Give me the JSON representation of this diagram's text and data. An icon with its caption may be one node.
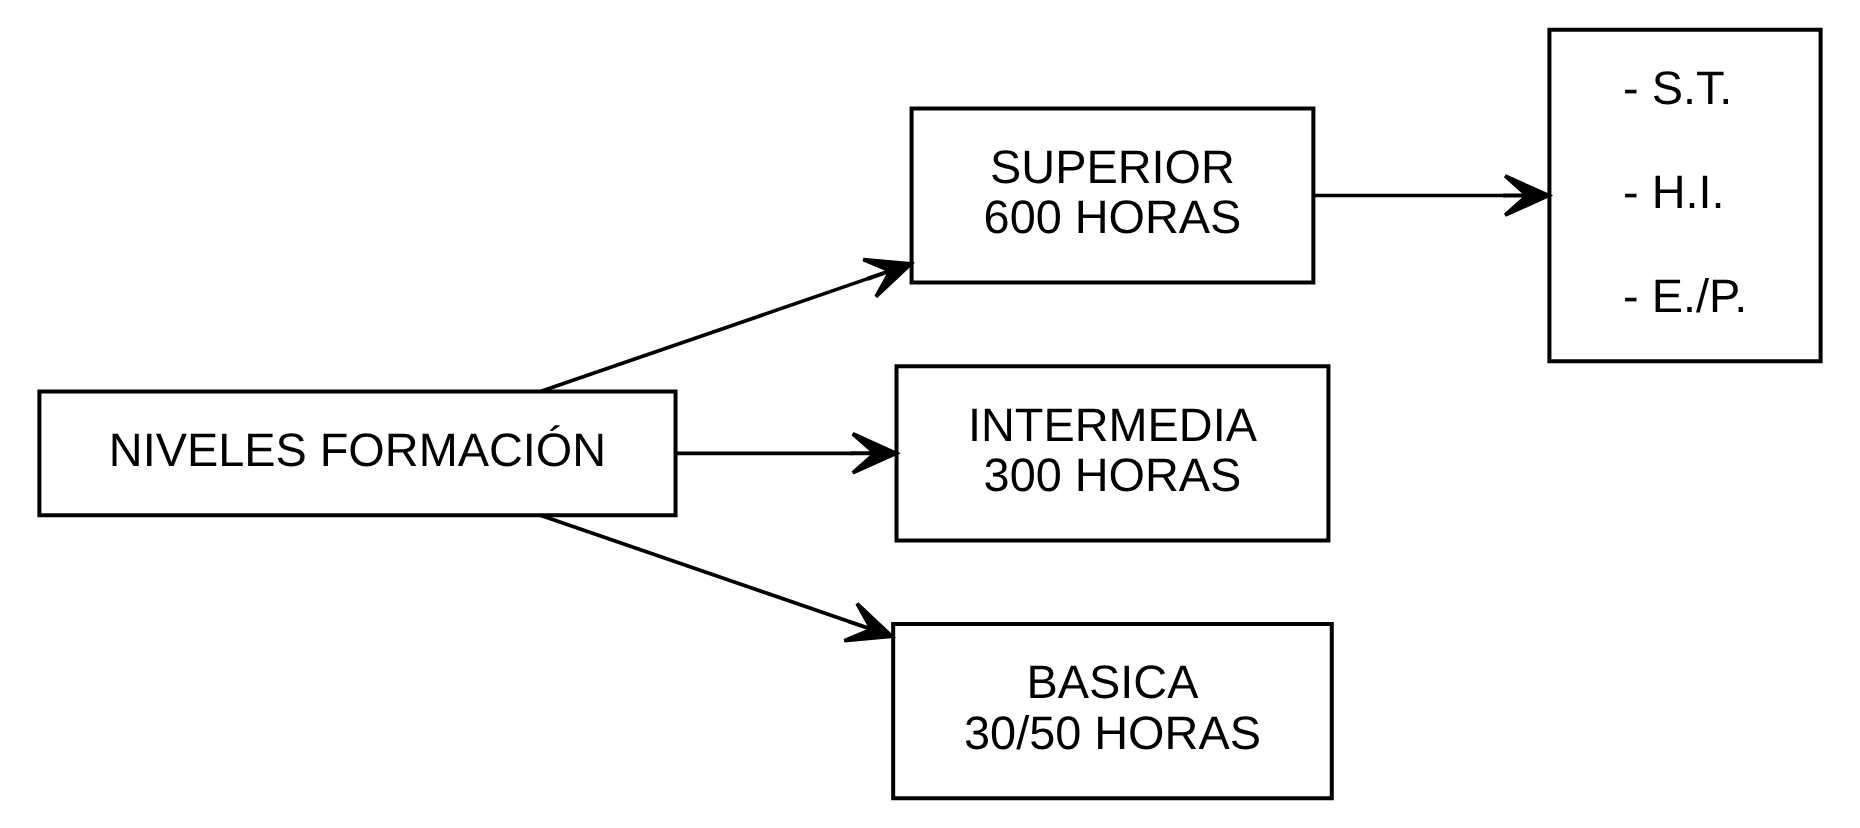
{
  "diagram": {
    "nodes": [
      {
        "text": [
          "NIVELES FORMACIÓN"
        ]
      },
      {
        "text": [
          "SUPERIOR",
          "600 HORAS"
        ]
      },
      {
        "text": [
          "- S.T.",
          "- H.I.",
          "- E./P."
        ]
      },
      {
        "text": [
          "INTERMEDIA",
          "300 HORAS"
        ]
      },
      {
        "text": [
          "BASICA",
          "30/50 HORAS"
        ]
      }
    ],
    "edges": [
      {
        "from": 0,
        "to": 1,
        "arrow": "to"
      },
      {
        "from": 1,
        "to": 2,
        "arrow": "to"
      },
      {
        "from": 0,
        "to": 3,
        "arrow": "to"
      },
      {
        "from": 0,
        "to": 4,
        "arrow": "to"
      }
    ]
  }
}
